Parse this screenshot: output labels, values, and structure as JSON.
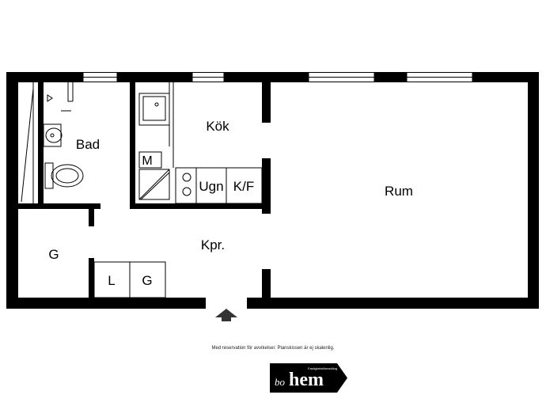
{
  "rooms": {
    "bad": "Bad",
    "kok": "Kök",
    "rum": "Rum",
    "kpr": "Kpr.",
    "g_left": "G",
    "m": "M",
    "ugn": "Ugn",
    "kf": "K/F",
    "l": "L",
    "g_closet": "G"
  },
  "disclaimer": "Med reservation för avvikelser. Planskissen är ej skalenlig.",
  "logo": {
    "script": "bo",
    "word": "hem",
    "tagline": "Fastighetsförmedling"
  },
  "colors": {
    "wall": "#000000",
    "background": "#ffffff",
    "fixture": "#555555",
    "entrance_arrow": "#333333"
  }
}
